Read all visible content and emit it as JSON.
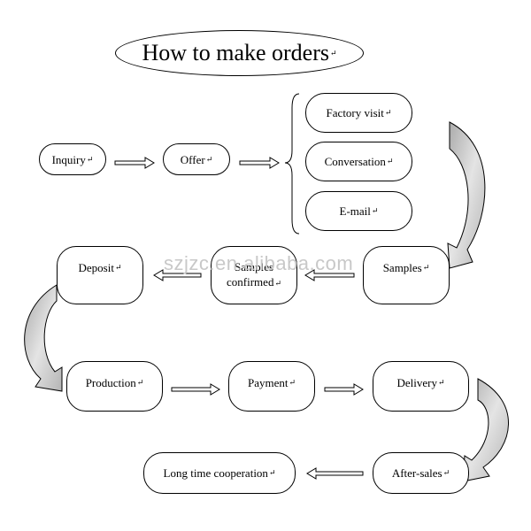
{
  "title": "How to make orders",
  "para_mark": "↵",
  "watermark": "szjzc.en.alibaba.com",
  "nodes": {
    "inquiry": "Inquiry",
    "offer": "Offer",
    "factory_visit": "Factory visit",
    "conversation": "Conversation",
    "email": "E-mail",
    "samples": "Samples",
    "samples_confirmed_line1": "Samples",
    "samples_confirmed_line2": "confirmed",
    "deposit": "Deposit",
    "production": "Production",
    "payment": "Payment",
    "delivery": "Delivery",
    "after_sales": "After-sales",
    "long_time_cooperation": "Long time cooperation"
  },
  "colors": {
    "line": "#000000",
    "curved_arrow_fill": "#c4c4c4",
    "watermark": "#c8c8c8"
  }
}
